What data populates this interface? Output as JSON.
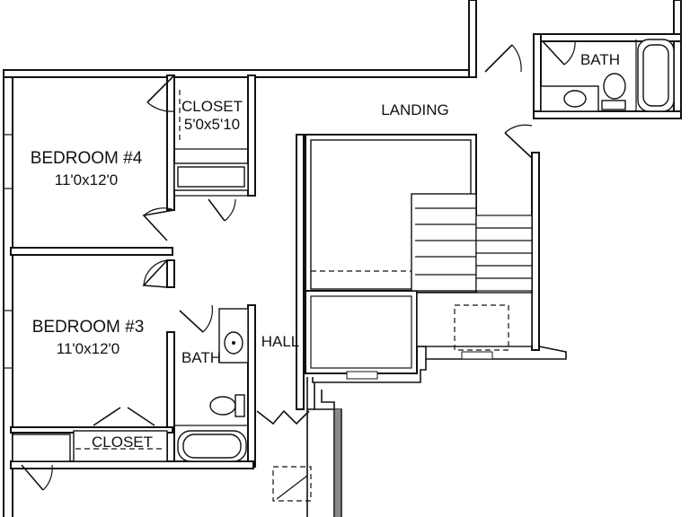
{
  "rooms": {
    "bedroom4": {
      "name": "BEDROOM #4",
      "size": "11'0x12'0"
    },
    "bedroom3": {
      "name": "BEDROOM #3",
      "size": "11'0x12'0"
    },
    "closet_upper": {
      "name": "CLOSET",
      "size": "5'0x5'10"
    },
    "closet_lower": {
      "name": "CLOSET"
    },
    "bath_left": {
      "name": "BATH"
    },
    "bath_right": {
      "name": "BATH"
    },
    "hall": {
      "name": "HALL"
    },
    "landing": {
      "name": "LANDING"
    }
  }
}
